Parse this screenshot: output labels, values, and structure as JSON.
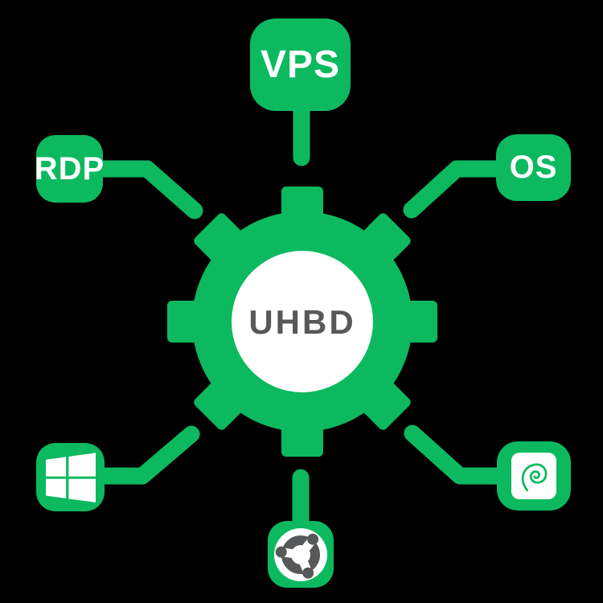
{
  "canvas": {
    "background": "#000000"
  },
  "colors": {
    "accent_green": "#0cb95f",
    "text_dark": "#57585a",
    "white": "#ffffff"
  },
  "center": {
    "label": "UHBD",
    "shape": "gear"
  },
  "nodes": {
    "vps": {
      "label": "VPS"
    },
    "rdp": {
      "label": "RDP"
    },
    "os": {
      "label": "OS"
    },
    "windows": {
      "icon": "windows-logo"
    },
    "debian": {
      "icon": "debian-swirl"
    },
    "ubuntu": {
      "icon": "ubuntu-circle-of-friends"
    }
  }
}
